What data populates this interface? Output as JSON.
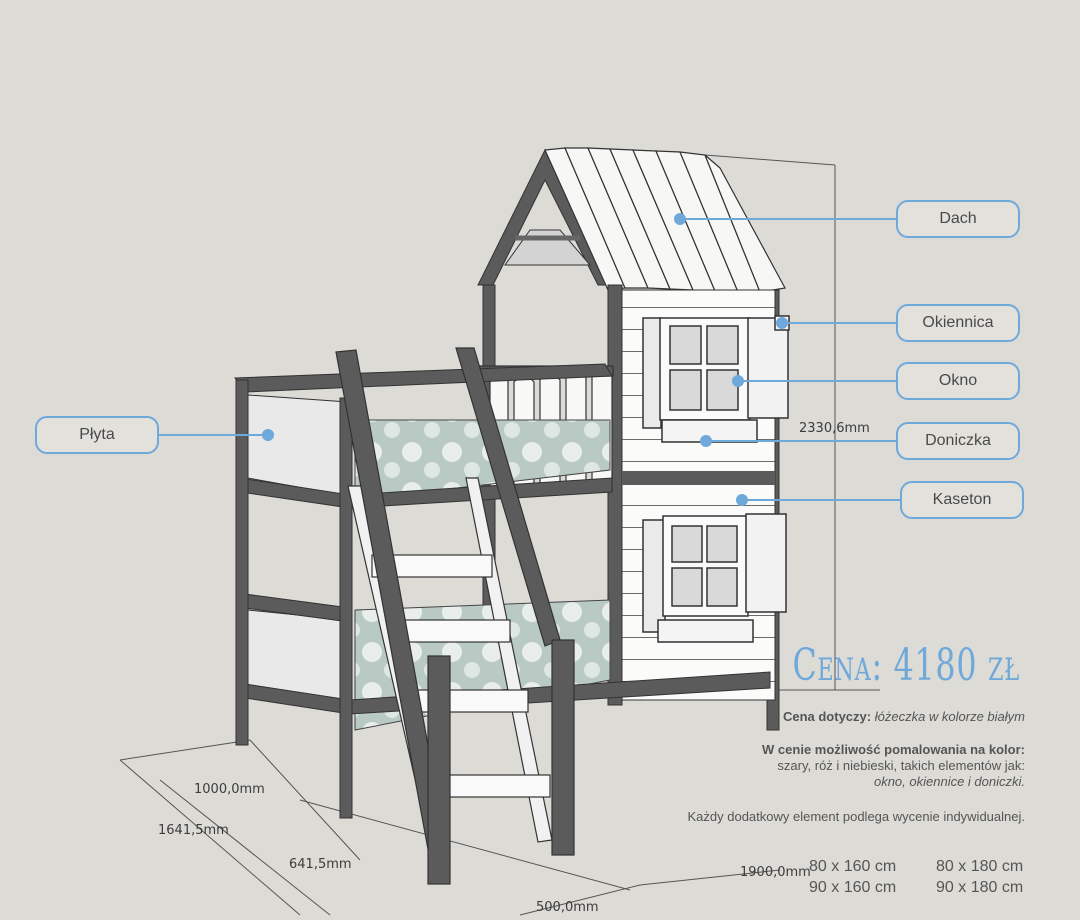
{
  "labels": {
    "dach": "Dach",
    "okiennica": "Okiennica",
    "okno": "Okno",
    "doniczka": "Doniczka",
    "kaseton": "Kaseton",
    "plyta": "Płyta"
  },
  "dimensions": {
    "height": "2330,6mm",
    "d1000": "1000,0mm",
    "d1641": "1641,5mm",
    "d641": "641,5mm",
    "d500": "500,0mm",
    "d1900": "1900,0mm"
  },
  "price": "Cena: 4180 zł",
  "info": {
    "price_ref_bold": "Cena dotyczy:",
    "price_ref_italic": "łóżeczka w kolorze białym",
    "paint_bold": "W cenie możliwość pomalowania na kolor:",
    "paint_line2": "szary, róż i niebieski, takich elementów jak:",
    "paint_line3": "okno, okiennice i doniczki.",
    "extra": "Każdy dodatkowy element podlega wycenie indywidualnej."
  },
  "sizes": {
    "col1": [
      "80 x 160 cm",
      "90 x 160 cm"
    ],
    "col2": [
      "80 x 180 cm",
      "90 x 180 cm"
    ]
  },
  "colors": {
    "accent": "#6fa8da",
    "frame": "#5b5b5b",
    "background": "#dcdbd6"
  }
}
